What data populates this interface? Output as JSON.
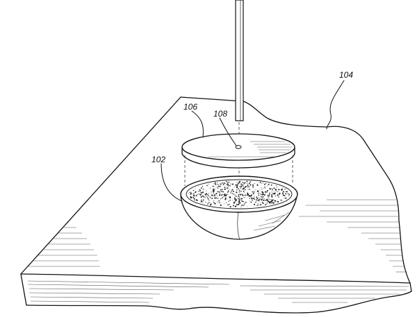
{
  "figure": {
    "labels": {
      "surface": "104",
      "lid": "106",
      "hole": "108",
      "bowl": "102"
    }
  },
  "colors": {
    "line": "#111111",
    "background": "#ffffff"
  }
}
